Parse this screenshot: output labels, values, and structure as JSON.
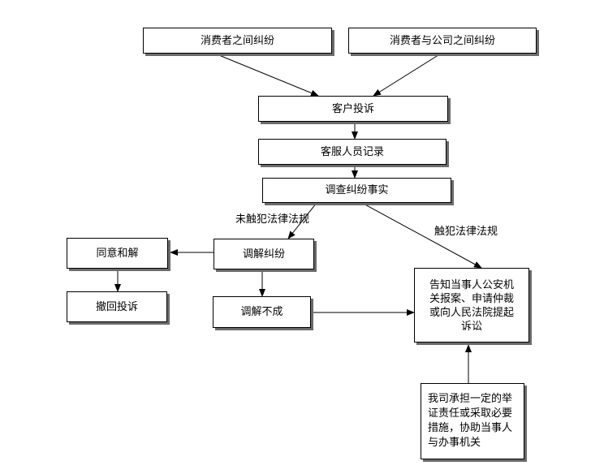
{
  "diagram": {
    "nodes": {
      "consumer_dispute": "消费者之间纠纷",
      "consumer_company_dispute": "消费者与公司之间纠纷",
      "customer_complaint": "客户投诉",
      "service_record": "客服人员记录",
      "investigate_facts": "调查纠纷事实",
      "mediate": "调解纠纷",
      "agree_settle": "同意和解",
      "withdraw_complaint": "撤回投诉",
      "mediation_failed": "调解不成",
      "notify_parties": [
        "告知当事人公安机",
        "关报案、申请仲裁",
        "或向人民法院提起",
        "诉讼"
      ],
      "company_responsibility": [
        "我司承担一定的举",
        "证责任或采取必要",
        "措施，协助当事人",
        "与办事机关"
      ]
    },
    "edge_labels": {
      "no_violation": "未触犯法律法规",
      "violation": "触犯法律法规"
    }
  }
}
